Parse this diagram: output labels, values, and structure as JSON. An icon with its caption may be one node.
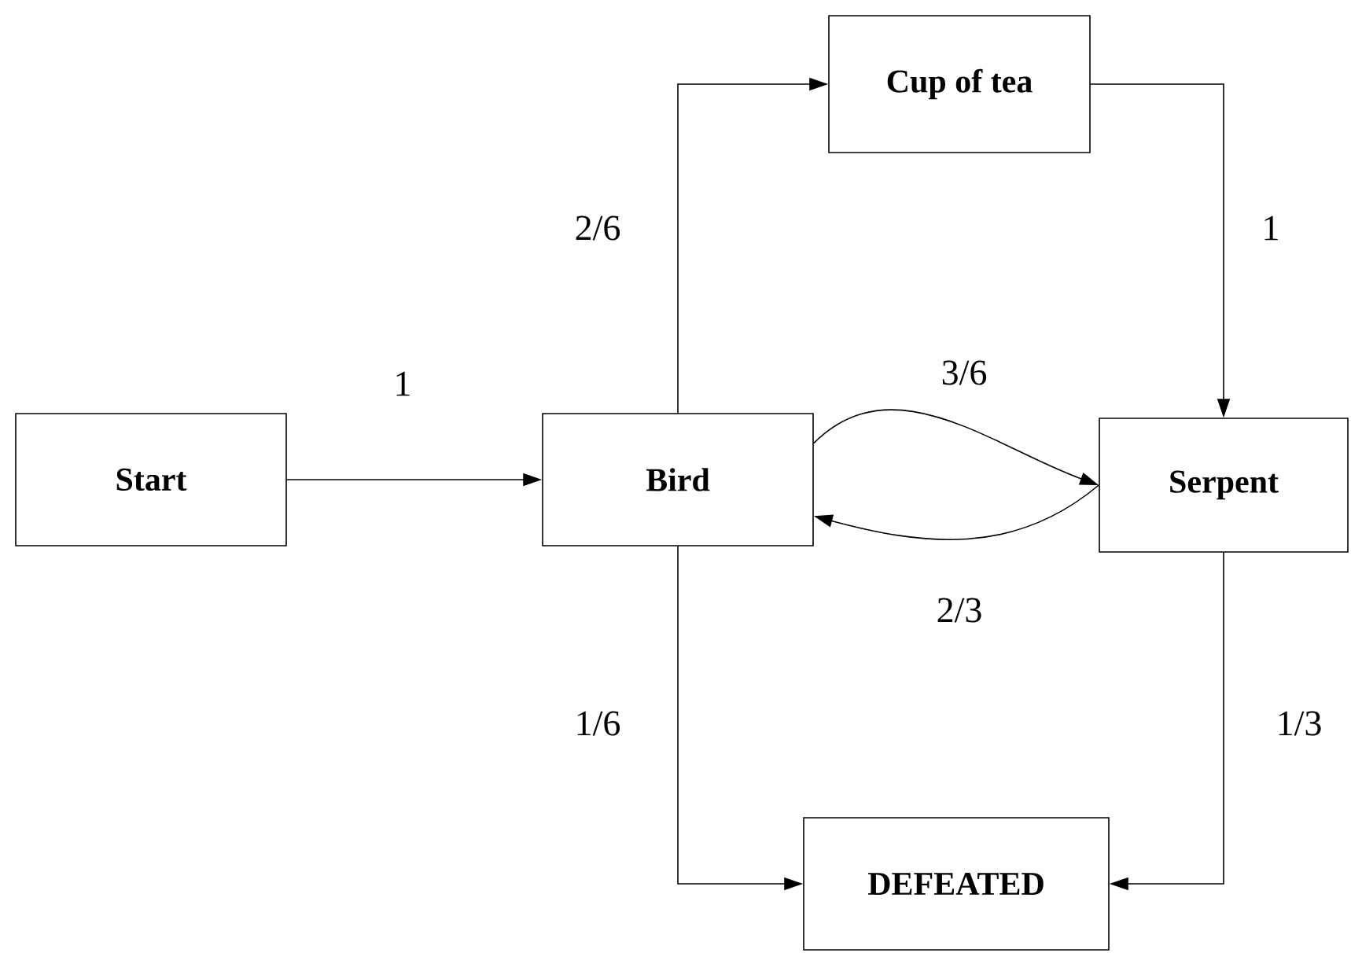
{
  "diagram": {
    "nodes": [
      {
        "text": [
          "Start"
        ]
      },
      {
        "text": [
          "Bird"
        ]
      },
      {
        "text": [
          "Cup of tea"
        ]
      },
      {
        "text": [
          "Serpent"
        ]
      },
      {
        "text": [
          "DEFEATED"
        ]
      }
    ],
    "edges": [
      {
        "from": 0,
        "to": 1,
        "arrow": "to",
        "label": "1"
      },
      {
        "from": 1,
        "to": 2,
        "arrow": "to",
        "label": "2/6"
      },
      {
        "from": 2,
        "to": 3,
        "arrow": "to",
        "label": "1"
      },
      {
        "from": 1,
        "to": 3,
        "arrow": "to",
        "label": "3/6"
      },
      {
        "from": 3,
        "to": 1,
        "arrow": "to",
        "label": "2/3"
      },
      {
        "from": 1,
        "to": 4,
        "arrow": "to",
        "label": "1/6"
      },
      {
        "from": 3,
        "to": 4,
        "arrow": "to",
        "label": "1/3"
      }
    ]
  }
}
